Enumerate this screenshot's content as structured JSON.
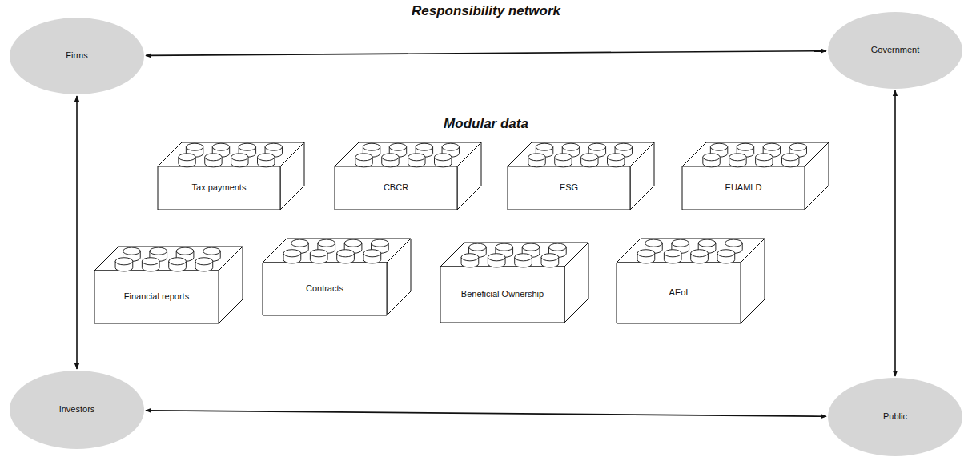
{
  "diagram": {
    "title": "Responsibility network",
    "nodes": [
      {
        "text": [
          "Firms"
        ]
      },
      {
        "text": [
          "Government"
        ]
      },
      {
        "text": [
          "Tax payments"
        ]
      },
      {
        "text": [
          "CBCR"
        ]
      },
      {
        "text": [
          "ESG"
        ]
      },
      {
        "text": [
          "EUAMLD"
        ]
      },
      {
        "text": [
          "Financial reports"
        ]
      },
      {
        "text": [
          "Contracts"
        ]
      },
      {
        "text": [
          "Beneficial Ownership"
        ]
      },
      {
        "text": [
          "AEoI"
        ]
      },
      {
        "text": [
          "Investors"
        ]
      },
      {
        "text": [
          "Public"
        ]
      }
    ],
    "edges": [
      {
        "from": 0,
        "to": 1,
        "arrow": "both"
      },
      {
        "from": 0,
        "to": 10,
        "arrow": "both"
      },
      {
        "from": 1,
        "to": 11,
        "arrow": "both"
      },
      {
        "from": 10,
        "to": 11,
        "arrow": "both"
      }
    ],
    "labels": [
      "Modular data"
    ]
  }
}
